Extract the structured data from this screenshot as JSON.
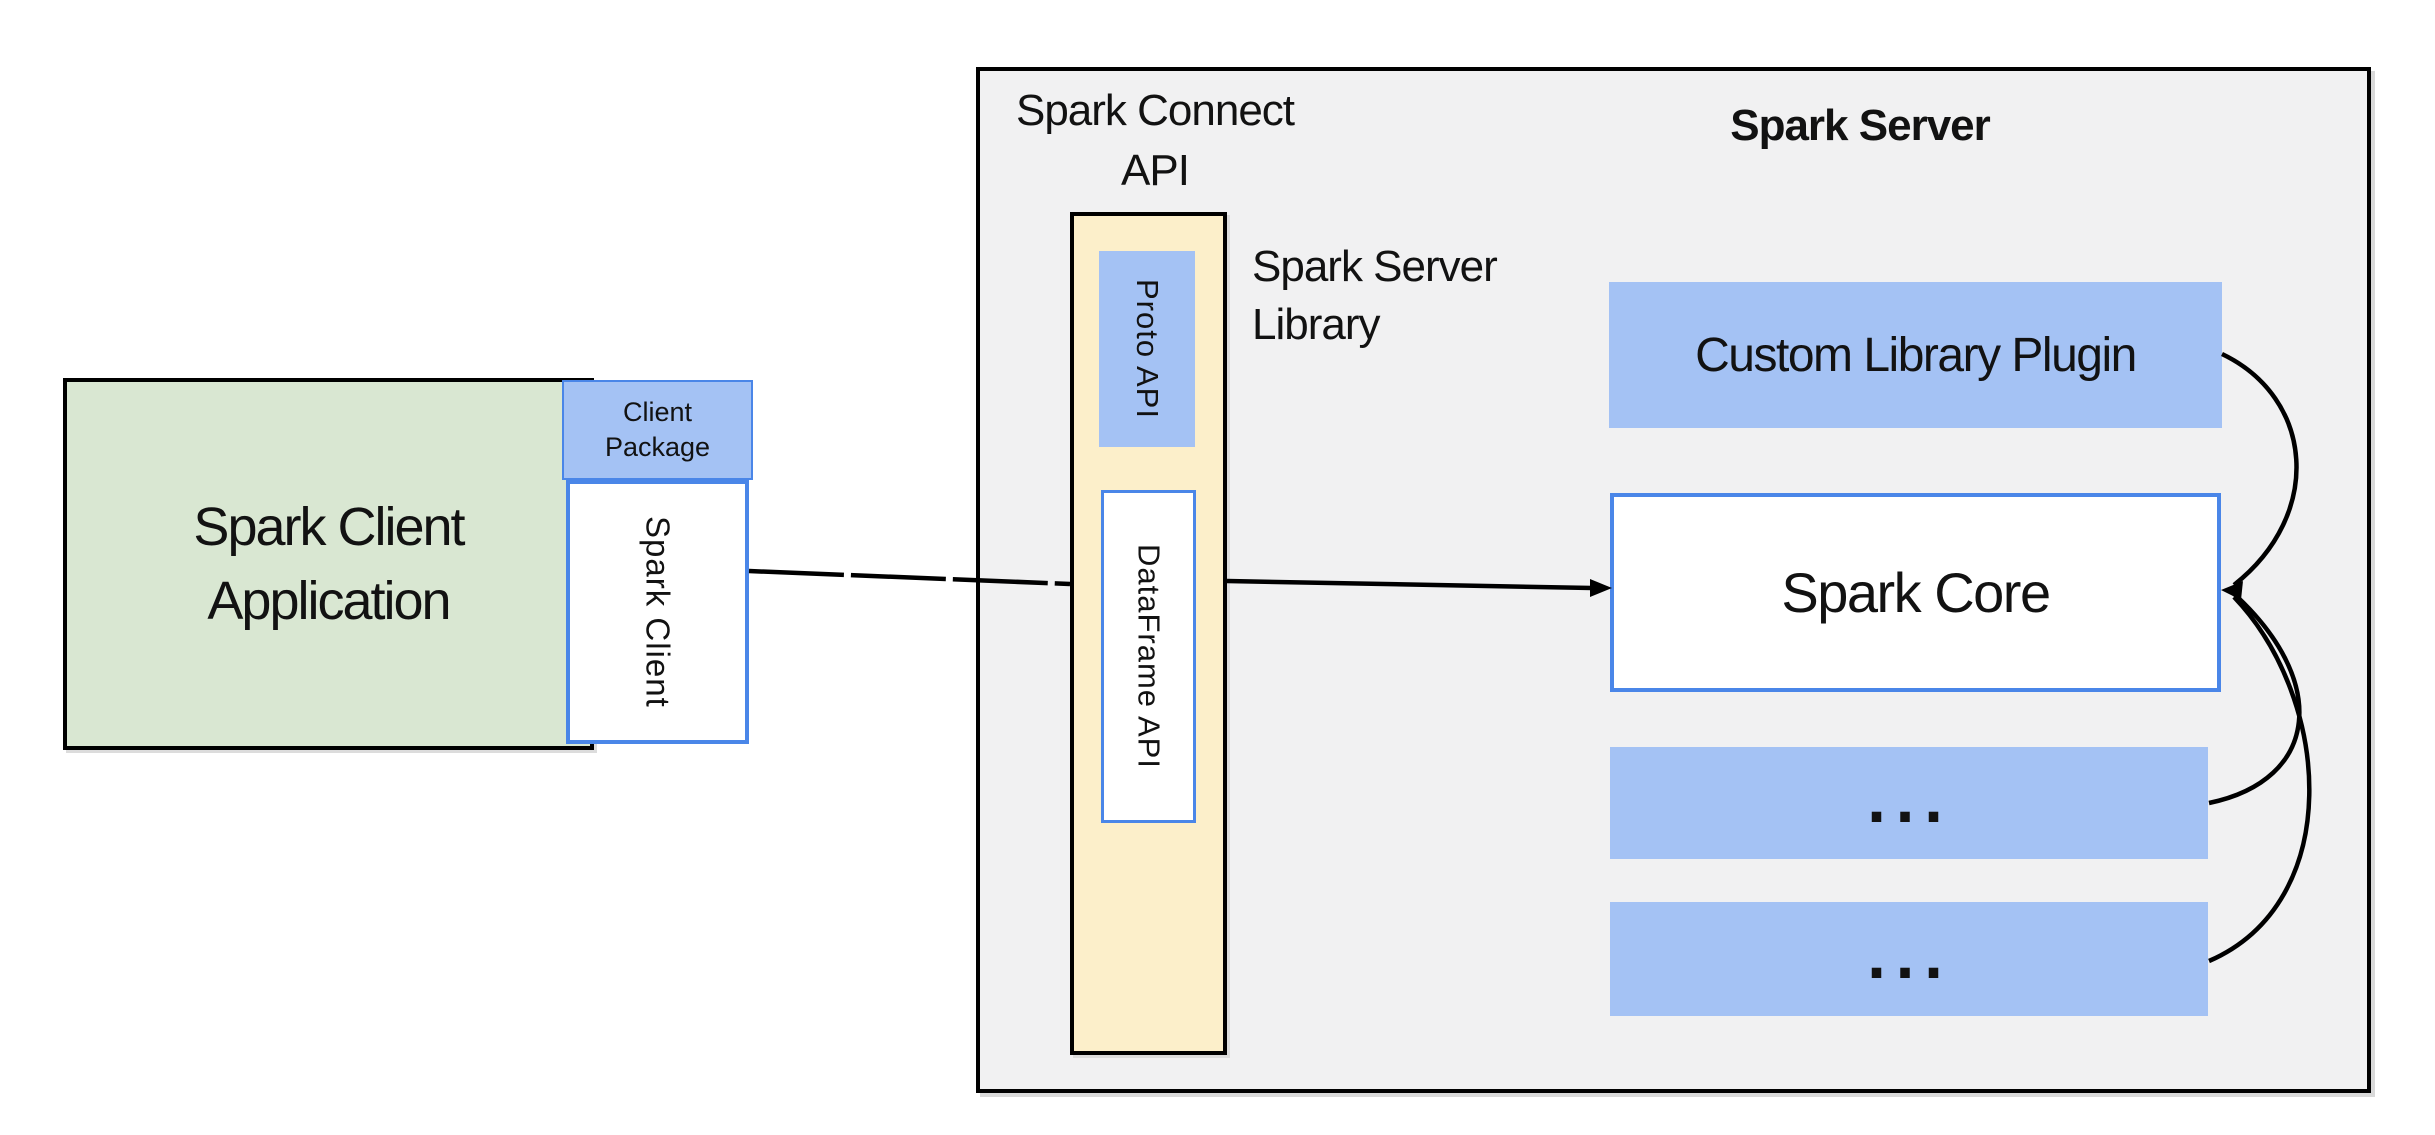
{
  "colors": {
    "panel_bg": "#f1f1f2",
    "green_fill": "#d9e7d2",
    "blue_fill": "#a4c2f4",
    "blue_border": "#4a86e8",
    "yellow_fill": "#fcefca",
    "line": "#000000"
  },
  "client_side": {
    "application_label": "Spark Client Application",
    "package_label": "Client Package",
    "client_label": "Spark Client"
  },
  "connect": {
    "api_label": "Spark Connect API",
    "proto_label": "Proto API",
    "dataframe_label": "DataFrame API"
  },
  "server": {
    "title": "Spark Server",
    "library_label": "Spark Server Library",
    "plugin_label": "Custom Library Plugin",
    "core_label": "Spark Core",
    "placeholder_1": "...",
    "placeholder_2": "..."
  }
}
